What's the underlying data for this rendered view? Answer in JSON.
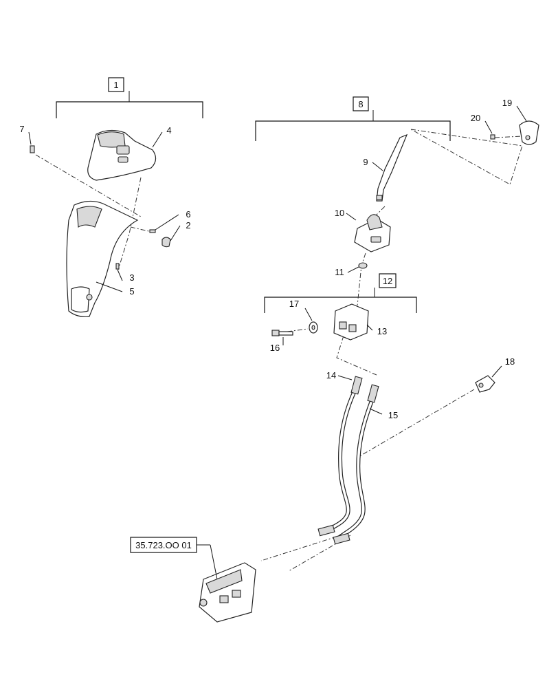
{
  "callouts": {
    "c1": "1",
    "c2": "2",
    "c3": "3",
    "c4": "4",
    "c5": "5",
    "c6": "6",
    "c7": "7",
    "c8": "8",
    "c9": "9",
    "c10": "10",
    "c11": "11",
    "c12": "12",
    "c13": "13",
    "c14": "14",
    "c15": "15",
    "c16": "16",
    "c17": "17",
    "c18": "18",
    "c19": "19",
    "c20": "20"
  },
  "reference": "35.723.OO 01"
}
